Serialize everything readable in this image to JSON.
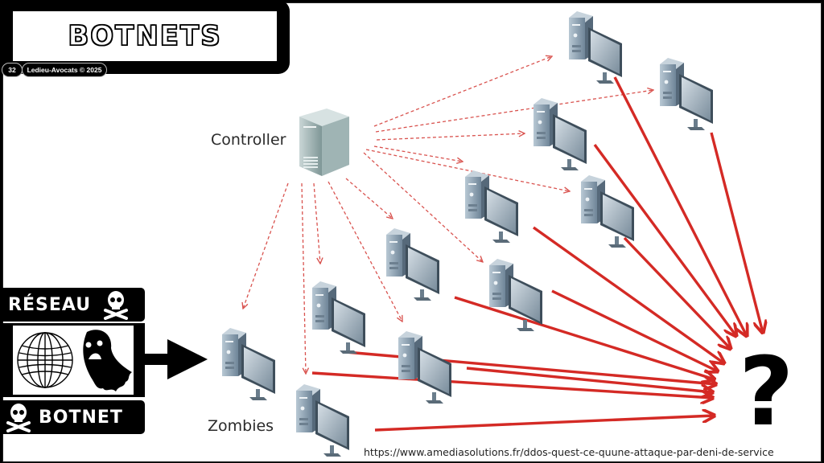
{
  "slide": {
    "title": "BOTNETS",
    "page_number": "32",
    "credit": "Ledieu-Avocats © 2025"
  },
  "diagram": {
    "controller_label": "Controller",
    "zombies_label": "Zombies",
    "target_symbol": "?",
    "zombie_count": 12,
    "colors": {
      "attack_arrow": "#d42a25",
      "command_arrow": "#d9534f",
      "machine_body": "#8fa5b8"
    }
  },
  "side_panel": {
    "top_label": "RÉSEAU",
    "bottom_label": "BOTNET",
    "icons": [
      "skull-crossbones-icon",
      "globe-icon",
      "ghost-icon",
      "skull-crossbones-icon"
    ]
  },
  "source_url": "https://www.amediasolutions.fr/ddos-quest-ce-quune-attaque-par-deni-de-service"
}
